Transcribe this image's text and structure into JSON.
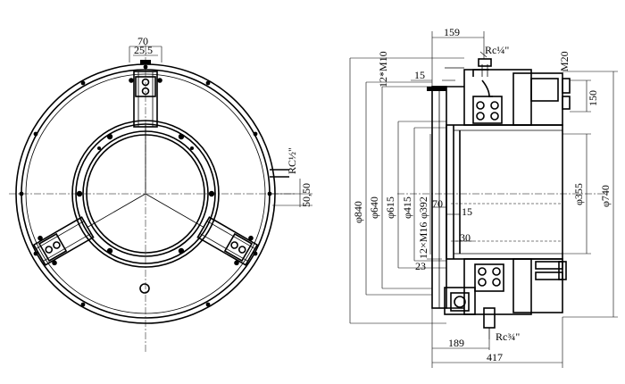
{
  "front_view": {
    "dims": {
      "top_width": "70",
      "top_inner": "25.5",
      "port_thread": "RC½\"",
      "side_offsets": "50,50"
    }
  },
  "side_view": {
    "dims": {
      "d840": "φ840",
      "d640": "φ640",
      "d615": "φ615",
      "d415": "φ415",
      "d392": "φ392",
      "bolts": "12×M16",
      "d355": "φ355",
      "d740": "φ740",
      "w159": "159",
      "port_top": "Rc¼\"",
      "m20": "M20",
      "bolts_top": "12*M10",
      "h150": "150",
      "w15a": "15",
      "w70": "70",
      "w15b": "15",
      "w30": "30",
      "w23": "23",
      "w189": "189",
      "port_bottom": "Rc¾\"",
      "w417": "417"
    }
  }
}
